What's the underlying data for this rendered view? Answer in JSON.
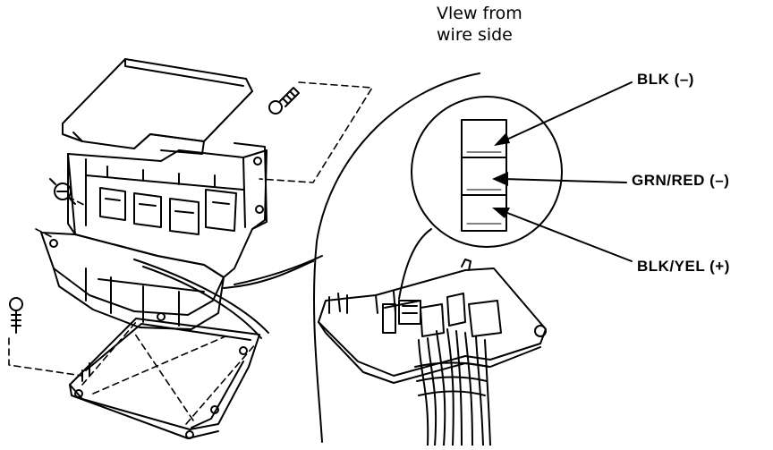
{
  "view_label": {
    "line1": "Vlew from",
    "line2": "wire side"
  },
  "pins": [
    {
      "label": "BLK (–)"
    },
    {
      "label": "GRN/RED (–)"
    },
    {
      "label": "BLK/YEL (+)"
    }
  ],
  "parts": {
    "fuse_relay_box": "fuse-relay-box",
    "connector_housing": "connector-housing",
    "terminal_view": "terminal-view-circle"
  }
}
